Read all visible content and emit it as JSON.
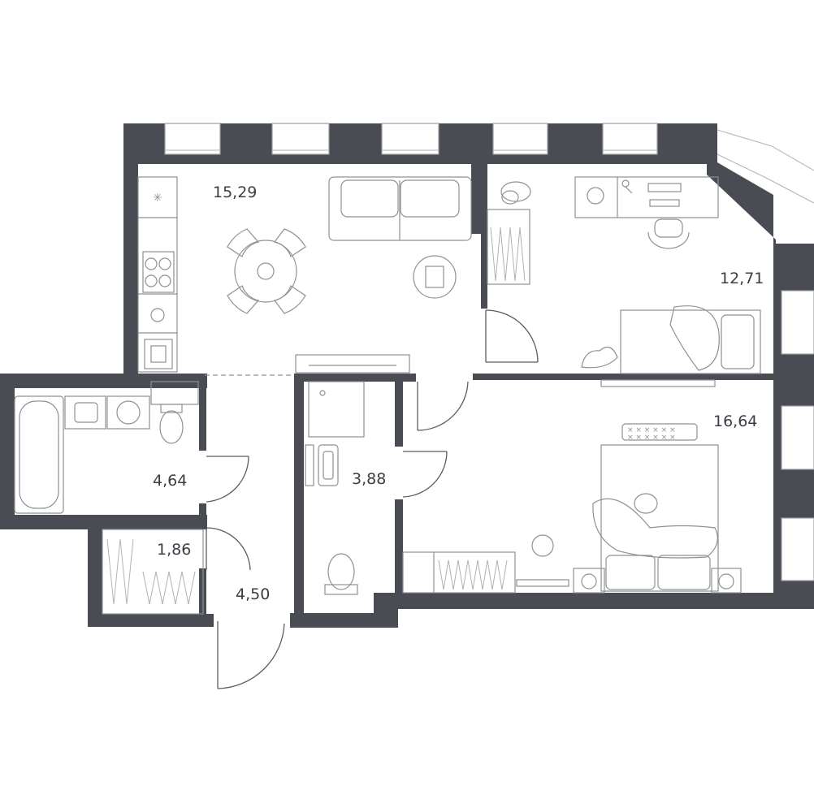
{
  "plan": {
    "colors": {
      "wall": "#4a4c53",
      "label": "#3c3e45",
      "furniture": "#8e9096"
    },
    "rooms": [
      {
        "id": "living-kitchen",
        "area": "15,29"
      },
      {
        "id": "bedroom-kids",
        "area": "12,71"
      },
      {
        "id": "bedroom-master",
        "area": "16,64"
      },
      {
        "id": "bathroom-tub",
        "area": "4,64"
      },
      {
        "id": "bathroom-shower",
        "area": "3,88"
      },
      {
        "id": "storage",
        "area": "1,86"
      },
      {
        "id": "hallway",
        "area": "4,50"
      }
    ]
  }
}
